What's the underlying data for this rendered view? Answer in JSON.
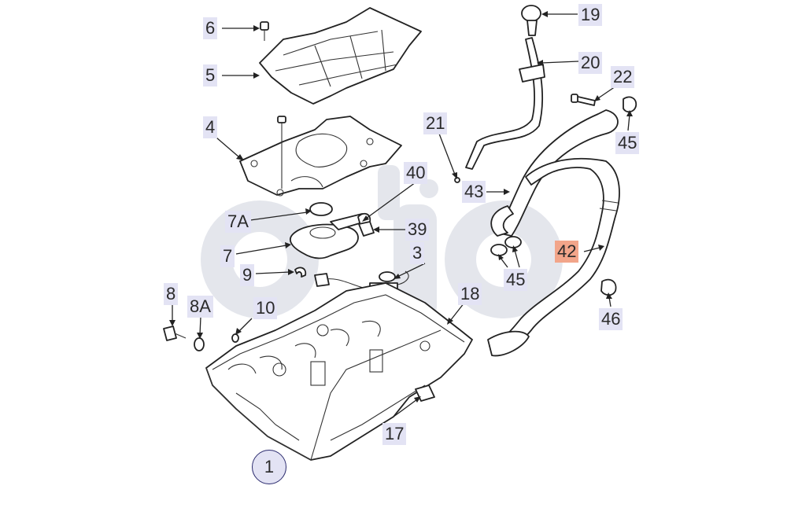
{
  "colors": {
    "watermark": "#e4e6ec",
    "label_bg": "#e3e3f4",
    "label_highlight": "#f2a58a",
    "line": "#222222"
  },
  "callouts": [
    {
      "id": "c1",
      "text": "1",
      "style": "circle"
    },
    {
      "id": "c3",
      "text": "3",
      "style": "box"
    },
    {
      "id": "c4",
      "text": "4",
      "style": "box"
    },
    {
      "id": "c5",
      "text": "5",
      "style": "box"
    },
    {
      "id": "c6",
      "text": "6",
      "style": "box"
    },
    {
      "id": "c7",
      "text": "7",
      "style": "box"
    },
    {
      "id": "c7a",
      "text": "7A",
      "style": "box"
    },
    {
      "id": "c8",
      "text": "8",
      "style": "box"
    },
    {
      "id": "c8a",
      "text": "8A",
      "style": "box"
    },
    {
      "id": "c9",
      "text": "9",
      "style": "box"
    },
    {
      "id": "c10",
      "text": "10",
      "style": "box"
    },
    {
      "id": "c17",
      "text": "17",
      "style": "box"
    },
    {
      "id": "c18",
      "text": "18",
      "style": "box"
    },
    {
      "id": "c19",
      "text": "19",
      "style": "box"
    },
    {
      "id": "c20",
      "text": "20",
      "style": "box"
    },
    {
      "id": "c21",
      "text": "21",
      "style": "box"
    },
    {
      "id": "c22",
      "text": "22",
      "style": "box"
    },
    {
      "id": "c39",
      "text": "39",
      "style": "box"
    },
    {
      "id": "c40",
      "text": "40",
      "style": "box"
    },
    {
      "id": "c42",
      "text": "42",
      "style": "highlight"
    },
    {
      "id": "c43",
      "text": "43",
      "style": "box"
    },
    {
      "id": "c45a",
      "text": "45",
      "style": "box"
    },
    {
      "id": "c45b",
      "text": "45",
      "style": "box"
    },
    {
      "id": "c46",
      "text": "46",
      "style": "box"
    }
  ]
}
